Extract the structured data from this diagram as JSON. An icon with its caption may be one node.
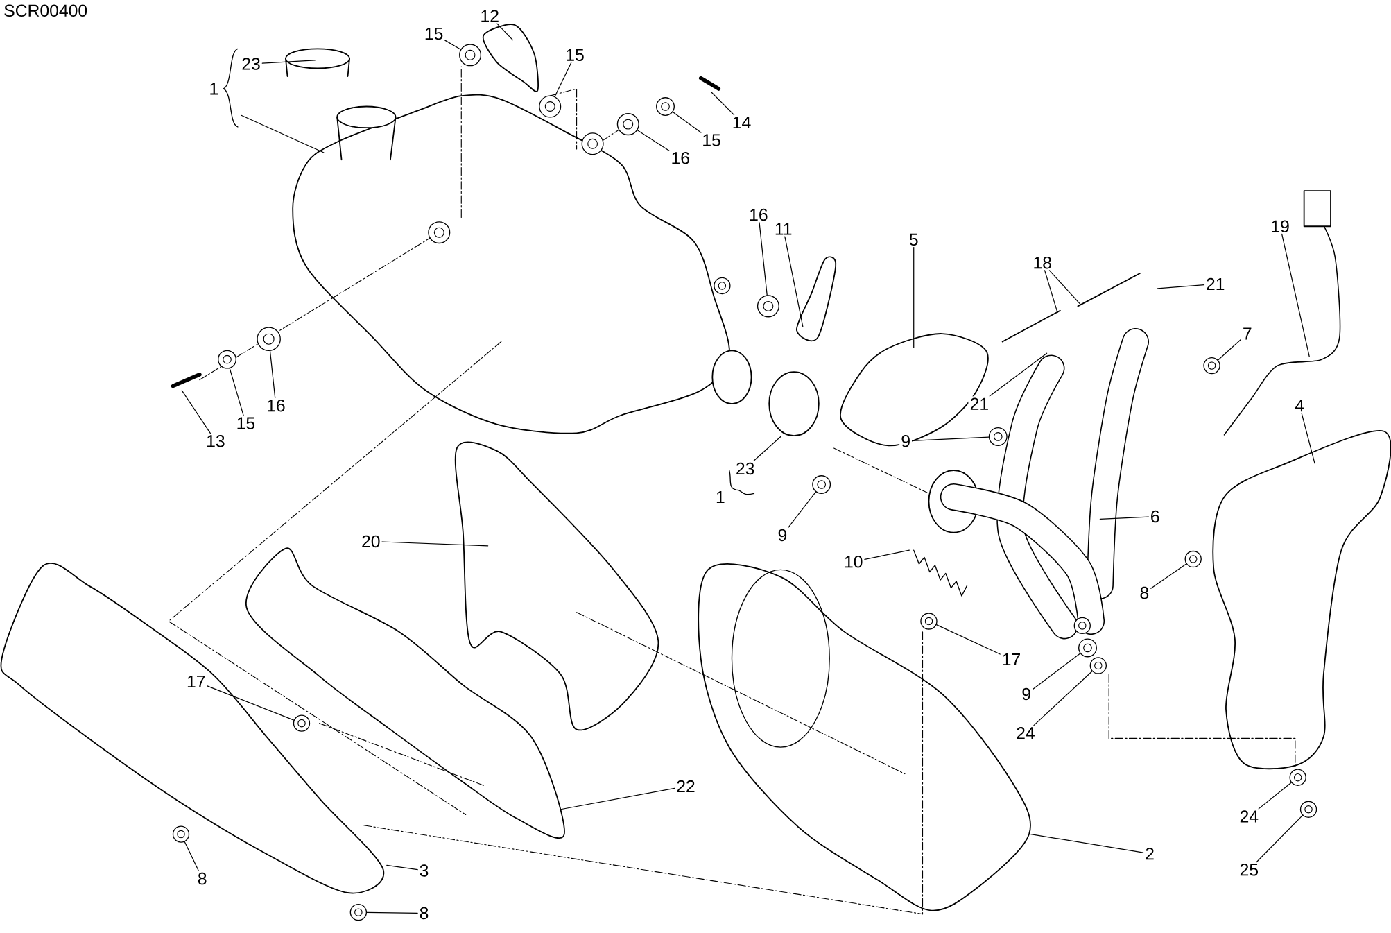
{
  "diagram": {
    "nodes": [
      {
        "text": [
          "1"
        ]
      },
      {
        "text": [
          "23"
        ]
      },
      {
        "text": [
          "12"
        ]
      },
      {
        "text": [
          "15"
        ]
      },
      {
        "text": [
          "15"
        ]
      },
      {
        "text": [
          "14"
        ]
      },
      {
        "text": [
          "15"
        ]
      },
      {
        "text": [
          "16"
        ]
      },
      {
        "text": [
          "16"
        ]
      },
      {
        "text": [
          "11"
        ]
      },
      {
        "text": [
          "5"
        ]
      },
      {
        "text": [
          "18"
        ]
      },
      {
        "text": [
          "19"
        ]
      },
      {
        "text": [
          "21"
        ]
      },
      {
        "text": [
          "7"
        ]
      },
      {
        "text": [
          "4"
        ]
      },
      {
        "text": [
          "21"
        ]
      },
      {
        "text": [
          "13"
        ]
      },
      {
        "text": [
          "15"
        ]
      },
      {
        "text": [
          "16"
        ]
      },
      {
        "text": [
          "9"
        ]
      },
      {
        "text": [
          "23"
        ]
      },
      {
        "text": [
          "1"
        ]
      },
      {
        "text": [
          "9"
        ]
      },
      {
        "text": [
          "6"
        ]
      },
      {
        "text": [
          "20"
        ]
      },
      {
        "text": [
          "10"
        ]
      },
      {
        "text": [
          "8"
        ]
      },
      {
        "text": [
          "17"
        ]
      },
      {
        "text": [
          "17"
        ]
      },
      {
        "text": [
          "9"
        ]
      },
      {
        "text": [
          "24"
        ]
      },
      {
        "text": [
          "22"
        ]
      },
      {
        "text": [
          "24"
        ]
      },
      {
        "text": [
          "2"
        ]
      },
      {
        "text": [
          "3"
        ]
      },
      {
        "text": [
          "8"
        ]
      },
      {
        "text": [
          "25"
        ]
      },
      {
        "text": [
          "8"
        ]
      },
      {
        "text": [],
        "shape": "circle"
      },
      {
        "text": [],
        "shape": "circle"
      },
      {
        "text": [],
        "shape": "circle"
      },
      {
        "text": [],
        "shape": "circle"
      },
      {
        "text": [],
        "shape": "circle"
      },
      {
        "text": [],
        "shape": "circle"
      },
      {
        "text": [],
        "shape": "circle"
      },
      {
        "text": [],
        "shape": "circle"
      },
      {
        "text": [],
        "shape": "circle"
      },
      {
        "text": [],
        "shape": "circle"
      },
      {
        "text": [],
        "shape": "circle"
      },
      {
        "text": [],
        "shape": "circle"
      },
      {
        "text": [],
        "shape": "circle"
      },
      {
        "text": [],
        "shape": "circle"
      },
      {
        "text": [],
        "shape": "circle"
      },
      {
        "text": [],
        "shape": "circle"
      },
      {
        "text": [],
        "shape": "circle"
      },
      {
        "text": [],
        "shape": "circle"
      },
      {
        "text": [],
        "shape": "circle"
      }
    ],
    "edges": [
      {
        "from": 0,
        "to": null,
        "arrow": "none"
      },
      {
        "from": 1,
        "to": null,
        "arrow": "none"
      },
      {
        "from": 2,
        "to": null,
        "arrow": "none"
      },
      {
        "from": 3,
        "to": 39,
        "arrow": "none"
      },
      {
        "from": 4,
        "to": 40,
        "arrow": "none"
      },
      {
        "from": 5,
        "to": null,
        "arrow": "none"
      },
      {
        "from": 6,
        "to": 41,
        "arrow": "none"
      },
      {
        "from": 7,
        "to": 42,
        "arrow": "none"
      },
      {
        "from": 8,
        "to": 43,
        "arrow": "none"
      },
      {
        "from": 9,
        "to": null,
        "arrow": "none"
      },
      {
        "from": 10,
        "to": null,
        "arrow": "none"
      },
      {
        "from": 11,
        "to": null,
        "arrow": "none"
      },
      {
        "from": 11,
        "to": null,
        "arrow": "none"
      },
      {
        "from": 12,
        "to": null,
        "arrow": "none"
      },
      {
        "from": 13,
        "to": null,
        "arrow": "none"
      },
      {
        "from": 14,
        "to": 46,
        "arrow": "none"
      },
      {
        "from": 15,
        "to": null,
        "arrow": "none"
      },
      {
        "from": 16,
        "to": null,
        "arrow": "none"
      },
      {
        "from": 17,
        "to": null,
        "arrow": "none"
      },
      {
        "from": 18,
        "to": 45,
        "arrow": "none"
      },
      {
        "from": 19,
        "to": 44,
        "arrow": "none"
      },
      {
        "from": 20,
        "to": 47,
        "arrow": "none"
      },
      {
        "from": 21,
        "to": null,
        "arrow": "none"
      },
      {
        "from": 23,
        "to": 48,
        "arrow": "none"
      },
      {
        "from": 24,
        "to": null,
        "arrow": "none"
      },
      {
        "from": 25,
        "to": null,
        "arrow": "none"
      },
      {
        "from": 26,
        "to": null,
        "arrow": "none"
      },
      {
        "from": 27,
        "to": 49,
        "arrow": "none"
      },
      {
        "from": 28,
        "to": 50,
        "arrow": "none"
      },
      {
        "from": 29,
        "to": 53,
        "arrow": "none"
      },
      {
        "from": 30,
        "to": 51,
        "arrow": "none"
      },
      {
        "from": 31,
        "to": 52,
        "arrow": "none"
      },
      {
        "from": 32,
        "to": null,
        "arrow": "none"
      },
      {
        "from": 33,
        "to": 54,
        "arrow": "none"
      },
      {
        "from": 34,
        "to": null,
        "arrow": "none"
      },
      {
        "from": 35,
        "to": null,
        "arrow": "none"
      },
      {
        "from": 36,
        "to": 56,
        "arrow": "none"
      },
      {
        "from": 37,
        "to": 55,
        "arrow": "none"
      },
      {
        "from": 38,
        "to": 57,
        "arrow": "none"
      }
    ],
    "labels": [
      "SCR00400"
    ]
  }
}
